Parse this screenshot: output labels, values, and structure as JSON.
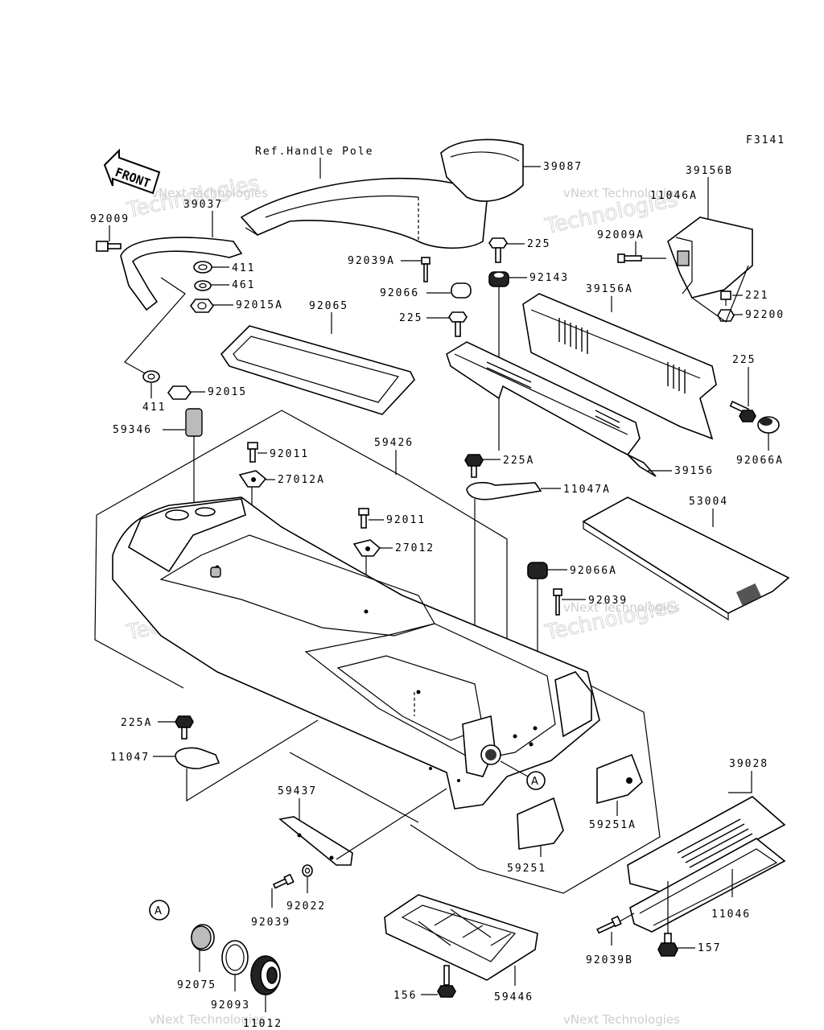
{
  "diagram": {
    "code": "F3141",
    "front_label": "FRONT",
    "handle_pole_ref": "Ref.Handle Pole",
    "watermark_line1": "vNext Technologies",
    "watermark_line2": "Technologies",
    "circle_ref": "A",
    "parts": {
      "p39087": "39087",
      "p39156B": "39156B",
      "p11046A": "11046A",
      "p92009A": "92009A",
      "p221": "221",
      "p92200": "92200",
      "p92009": "92009",
      "p39037": "39037",
      "p411a": "411",
      "p461": "461",
      "p92015A": "92015A",
      "p92065": "92065",
      "p92039A": "92039A",
      "p92066": "92066",
      "p225a": "225",
      "p92143": "92143",
      "p225b": "225",
      "p39156A": "39156A",
      "p225c": "225",
      "p92066A_r": "92066A",
      "p411b": "411",
      "p92015": "92015",
      "p59346": "59346",
      "p92011a": "92011",
      "p27012A": "27012A",
      "p59426": "59426",
      "p225A_t": "225A",
      "p11047A": "11047A",
      "p39156": "39156",
      "p53004": "53004",
      "p92011b": "92011",
      "p27012": "27012",
      "p92066A_m": "92066A",
      "p92039": "92039",
      "p225A_b": "225A",
      "p11047": "11047",
      "p59437": "59437",
      "p59251A": "59251A",
      "p39028": "39028",
      "p59251": "59251",
      "p92022": "92022",
      "p92039_b": "92039",
      "p11046": "11046",
      "p157": "157",
      "p92039B": "92039B",
      "p92075": "92075",
      "p92093": "92093",
      "p11012": "11012",
      "p156": "156",
      "p59446": "59446"
    }
  }
}
